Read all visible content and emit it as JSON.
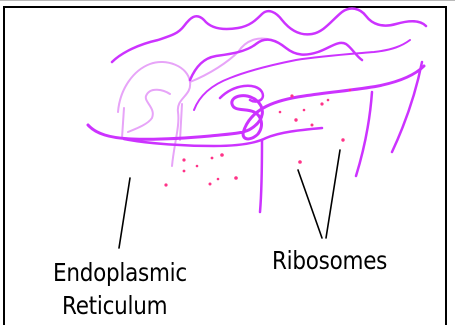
{
  "labels": {
    "endoplasmic_reticulum_line1": "Endoplasmic",
    "endoplasmic_reticulum_line2": "Reticulum",
    "ribosomes": "Ribosomes"
  },
  "colors": {
    "membrane": "#cc33ff",
    "membrane_light": "#e7a4f8",
    "ribosome": "#ff3388",
    "pointer": "#000000",
    "frame": "#000000",
    "background": "#ffffff"
  }
}
